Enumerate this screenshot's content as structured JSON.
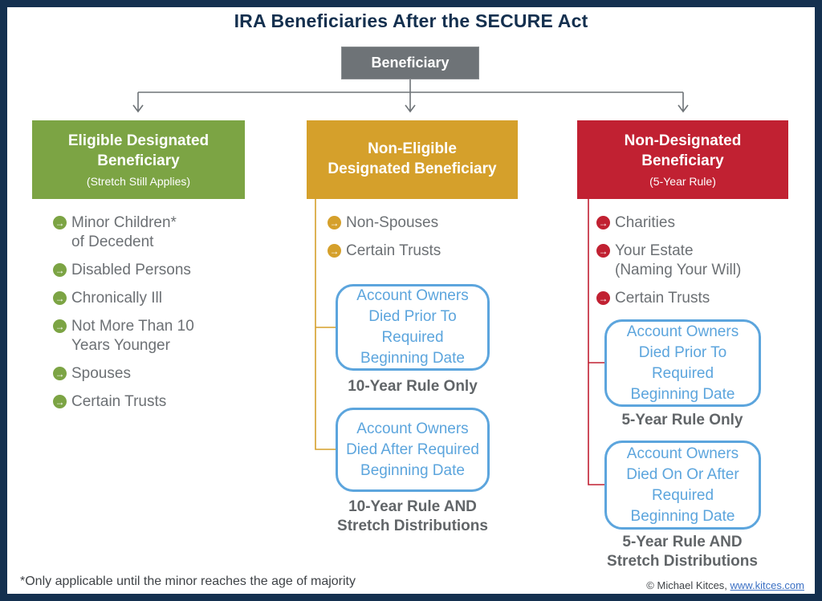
{
  "page": {
    "title": "IRA Beneficiaries After the SECURE Act",
    "root_label": "Beneficiary"
  },
  "icons": {
    "bullet_arrow": "→"
  },
  "colors": {
    "navy": "#14304F",
    "box_gray": "#6E7377",
    "line_gray": "#6E7377",
    "green": "#7CA444",
    "gold": "#D5A02B",
    "red": "#C12132",
    "blue": "#5CA5DD",
    "text_gray": "#6C7074",
    "rule_gray": "#616568",
    "footer_dark": "#3F4347",
    "link_blue": "#3B70C4"
  },
  "columns": [
    {
      "key": "eligible-designated-beneficiary",
      "header_title": "Eligible Designated\nBeneficiary",
      "header_subtitle": "(Stretch Still Applies)",
      "items": [
        "Minor Children*\nof Decedent",
        "Disabled Persons",
        "Chronically Ill",
        "Not More Than 10\nYears Younger",
        "Spouses",
        "Certain Trusts"
      ],
      "outcomes": []
    },
    {
      "key": "non-eligible-designated-beneficiary",
      "header_title": "Non-Eligible\nDesignated Beneficiary",
      "header_subtitle": "",
      "items": [
        "Non-Spouses",
        "Certain Trusts"
      ],
      "outcomes": [
        {
          "condition": "Account Owners\nDied Prior To\nRequired\nBeginning Date",
          "rule": "10-Year Rule Only"
        },
        {
          "condition": "Account Owners\nDied After Required\nBeginning Date",
          "rule": "10-Year Rule AND\nStretch Distributions"
        }
      ]
    },
    {
      "key": "non-designated-beneficiary",
      "header_title": "Non-Designated\nBeneficiary",
      "header_subtitle": "(5-Year Rule)",
      "items": [
        "Charities",
        "Your Estate\n(Naming Your Will)",
        "Certain Trusts"
      ],
      "outcomes": [
        {
          "condition": "Account Owners\nDied Prior To\nRequired\nBeginning Date",
          "rule": "5-Year Rule Only"
        },
        {
          "condition": "Account Owners\nDied On Or After\nRequired\nBeginning Date",
          "rule": "5-Year Rule AND\nStretch Distributions"
        }
      ]
    }
  ],
  "footer": {
    "note": "*Only applicable until the minor reaches the age of majority",
    "copyright": "© Michael Kitces, ",
    "link": "www.kitces.com"
  }
}
